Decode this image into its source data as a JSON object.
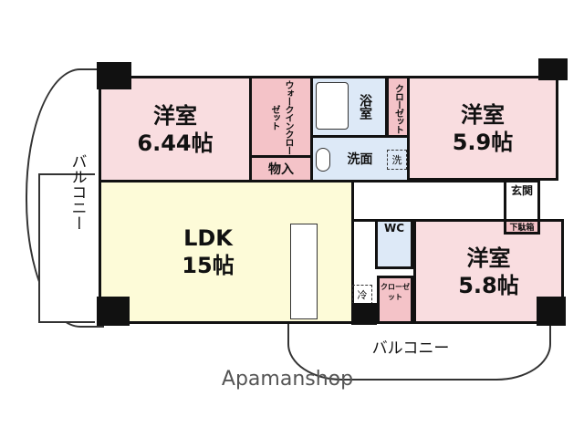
{
  "rooms": {
    "western_1": {
      "name": "洋室",
      "size": "6.44帖"
    },
    "walk_in_closet": "ウォークインクローゼット",
    "storage": "物入",
    "bath": "浴室",
    "closet_1": "クローゼット",
    "western_2": {
      "name": "洋室",
      "size": "5.9帖"
    },
    "washroom": "洗面",
    "washer": "洗",
    "ldk": {
      "name": "LDK",
      "size": "15帖"
    },
    "entrance": "玄関",
    "shoe_box": "下駄箱",
    "wc": "WC",
    "fridge": "冷",
    "closet_2": "クローゼット",
    "western_3": {
      "name": "洋室",
      "size": "5.8帖"
    }
  },
  "balcony_left": "バルコニー",
  "balcony_bottom": "バルコニー",
  "watermark": "Apamanshop",
  "colors": {
    "bedroom": "#f9dde0",
    "ldk": "#fdfbd8",
    "wet": "#dde9f7",
    "closet": "#f4c3c8"
  }
}
